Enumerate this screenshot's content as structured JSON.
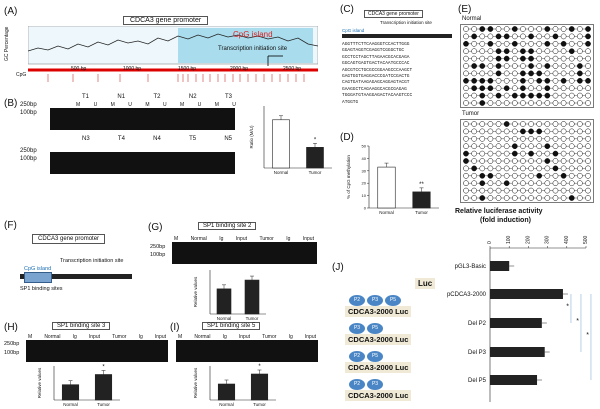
{
  "panels": {
    "A": {
      "label": "(A)",
      "title": "CDCA3 gene promoter",
      "cpg_island": "CpG island",
      "tss": "Transcription initiation site",
      "ylabel": "GC Percentage",
      "ticks": [
        "500 bp",
        "1000 bp",
        "1500 bp",
        "2000 bp",
        "2500 bp"
      ],
      "cpg_axis": "CpG"
    },
    "B": {
      "label": "(B)",
      "size_top": "250bp",
      "size_bottom": "100bp",
      "lanes_top": [
        "T1",
        "N1",
        "T2",
        "N2",
        "T3"
      ],
      "lanes_bottom": [
        "N3",
        "T4",
        "N4",
        "T5",
        "N5"
      ],
      "mu": [
        "M",
        "U"
      ],
      "chart_ylabel": "Ratio (M/U)",
      "chart_categories": [
        "Normal",
        "Tumor"
      ],
      "chart_values": [
        0.7,
        0.3
      ],
      "star": "*"
    },
    "C": {
      "label": "(C)",
      "title": "CDCA3 gene promoter",
      "tss": "Transcription initiation site",
      "cpg": "CpG island",
      "seq": [
        "AGGTTTCTTCAAGGGTCCACTTGGG",
        "GGAGTAGGTCGAGGTCGGGCTGC",
        "GCCTCCTAGCTTAGAACGCACGAGA",
        "GGCAGTGAGTGACTACAATGCCCAC",
        "AGCGTCCTGCGCCGGAAGCCCAAGCT",
        "GAGTGGTGAGGACCCGATCCGACTG",
        "CAGTGATAAGAGAGCAGGAGTACGT",
        "GAAGGCTCAGAAGGCACGCGAGAG",
        "TGGGATGTAAGGAGACTACAAGTCCC",
        "ATGGTG"
      ]
    },
    "D": {
      "label": "(D)",
      "ylabel": "% of CpG methylation",
      "categories": [
        "Normal",
        "Tumor"
      ],
      "values": [
        33,
        13
      ],
      "star": "**",
      "yticks": [
        "0",
        "10",
        "20",
        "30",
        "40",
        "50"
      ]
    },
    "E": {
      "label": "(E)",
      "normal": "Normal",
      "tumor": "Tumor"
    },
    "F": {
      "label": "(F)",
      "title": "CDCA3 gene promoter",
      "tss": "Transcription initiation site",
      "cpg": "CpG island",
      "sp1": "SP1 binding sites"
    },
    "G": {
      "label": "(G)",
      "title": "SP1 binding site 2",
      "size_top": "250bp",
      "size_bottom": "100bp",
      "lanes": [
        "M",
        "Normal",
        "Ig",
        "Input",
        "Tumor",
        "Ig",
        "Input"
      ],
      "ylabel": "Relative values",
      "categories": [
        "Normal",
        "Tumor"
      ],
      "values": [
        0.2,
        0.27
      ]
    },
    "H": {
      "label": "(H)",
      "title": "SP1 binding site 3",
      "size_top": "250bp",
      "size_bottom": "100bp",
      "lanes": [
        "M",
        "Normal",
        "Ig",
        "Input",
        "Tumor",
        "Ig",
        "Input"
      ],
      "ylabel": "Relative values",
      "categories": [
        "Normal",
        "Tumor"
      ],
      "values": [
        0.9,
        1.5
      ],
      "star": "*"
    },
    "I": {
      "label": "(I)",
      "title": "SP1 binding site 5",
      "lanes": [
        "M",
        "Normal",
        "Ig",
        "Input",
        "Tumor",
        "Ig",
        "Input"
      ],
      "ylabel": "Relative values",
      "categories": [
        "Normal",
        "Tumor"
      ],
      "values": [
        0.4,
        0.65
      ],
      "star": "*"
    },
    "J": {
      "label": "(J)",
      "title": "Relative luciferase activity",
      "subtitle": "(fold induction)",
      "xticks": [
        "0",
        "100",
        "200",
        "300",
        "400",
        "500"
      ],
      "categories": [
        "pGL3-Basic",
        "pCDCA3-2000",
        "Del P2",
        "Del P3",
        "Del P5"
      ],
      "values": [
        100,
        380,
        270,
        285,
        245
      ],
      "constructs": [
        "Luc",
        "CDCA3-2000 Luc",
        "CDCA3-2000 Luc",
        "CDCA3-2000 Luc",
        "CDCA3-2000 Luc"
      ],
      "sites": [
        "P2",
        "P3",
        "P5"
      ],
      "stars": [
        "*",
        "*",
        "*"
      ]
    }
  },
  "chart_data": [
    {
      "type": "bar",
      "categories": [
        "Normal",
        "Tumor"
      ],
      "values": [
        0.7,
        0.3
      ],
      "ylabel": "Ratio (M/U)"
    },
    {
      "type": "bar",
      "categories": [
        "Normal",
        "Tumor"
      ],
      "values": [
        33,
        13
      ],
      "ylabel": "% of CpG methylation",
      "ylim": [
        0,
        50
      ]
    },
    {
      "type": "bar",
      "categories": [
        "Normal",
        "Tumor"
      ],
      "values": [
        0.2,
        0.27
      ],
      "ylabel": "Relative values"
    },
    {
      "type": "bar",
      "categories": [
        "Normal",
        "Tumor"
      ],
      "values": [
        0.9,
        1.5
      ],
      "ylabel": "Relative values"
    },
    {
      "type": "bar",
      "categories": [
        "Normal",
        "Tumor"
      ],
      "values": [
        0.4,
        0.65
      ],
      "ylabel": "Relative values"
    },
    {
      "type": "bar",
      "categories": [
        "pGL3-Basic",
        "pCDCA3-2000",
        "Del P2",
        "Del P3",
        "Del P5"
      ],
      "values": [
        100,
        380,
        270,
        285,
        245
      ],
      "title": "Relative luciferase activity",
      "xlabel": "(fold induction)",
      "xlim": [
        0,
        500
      ]
    }
  ]
}
